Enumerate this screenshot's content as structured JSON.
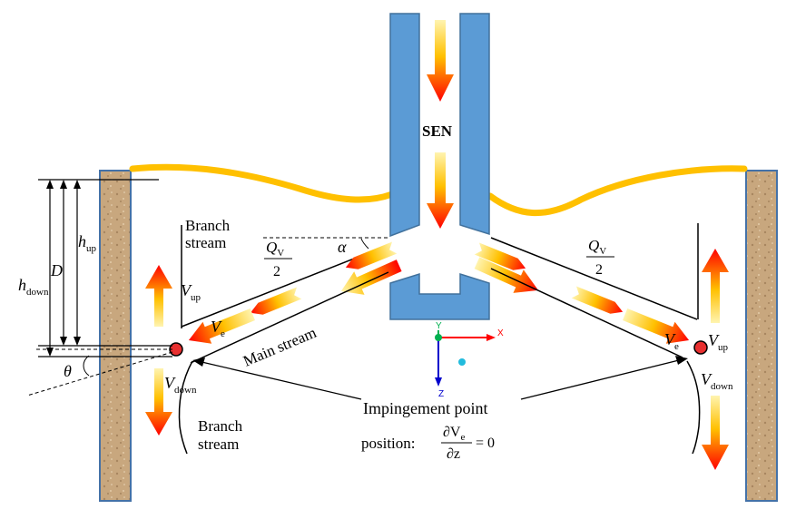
{
  "labels": {
    "sen": "SEN",
    "branch_stream_upper": [
      "Branch",
      "stream"
    ],
    "branch_stream_lower": [
      "Branch",
      "stream"
    ],
    "main_stream": "Main stream",
    "impingement_title": "Impingement point",
    "impingement_position": "position:",
    "alpha": "α",
    "theta": "θ",
    "D": "D",
    "h_up": {
      "main": "h",
      "sub": "up"
    },
    "h_down": {
      "main": "h",
      "sub": "down"
    },
    "q_left": {
      "num_main": "Q",
      "num_sub": "V",
      "den": "2"
    },
    "q_right": {
      "num_main": "Q",
      "num_sub": "V",
      "den": "2"
    },
    "v_up_left": {
      "main": "V",
      "sub": "up"
    },
    "v_down_left": {
      "main": "V",
      "sub": "down"
    },
    "v_e_left": {
      "main": "V",
      "sub": "e"
    },
    "v_up_right": {
      "main": "V",
      "sub": "up"
    },
    "v_down_right": {
      "main": "V",
      "sub": "down"
    },
    "v_e_right": {
      "main": "V",
      "sub": "e"
    },
    "equation": {
      "num": "∂V",
      "num_sub": "e",
      "den": "∂z",
      "rhs": "= 0"
    },
    "axes": {
      "x": "X",
      "y": "Y",
      "z": "Z"
    }
  },
  "colors": {
    "nozzle": "#5b9bd5",
    "nozzle_border": "#41719c",
    "meniscus": "#ffc000",
    "wall_fill": "#c8a77e",
    "wall_border": "#4472a8",
    "arrow_red": "#ff0000",
    "arrow_yellow": "#ffe070",
    "x_axis": "#ff0000",
    "y_axis": "#00b050",
    "z_axis": "#0000cc"
  }
}
